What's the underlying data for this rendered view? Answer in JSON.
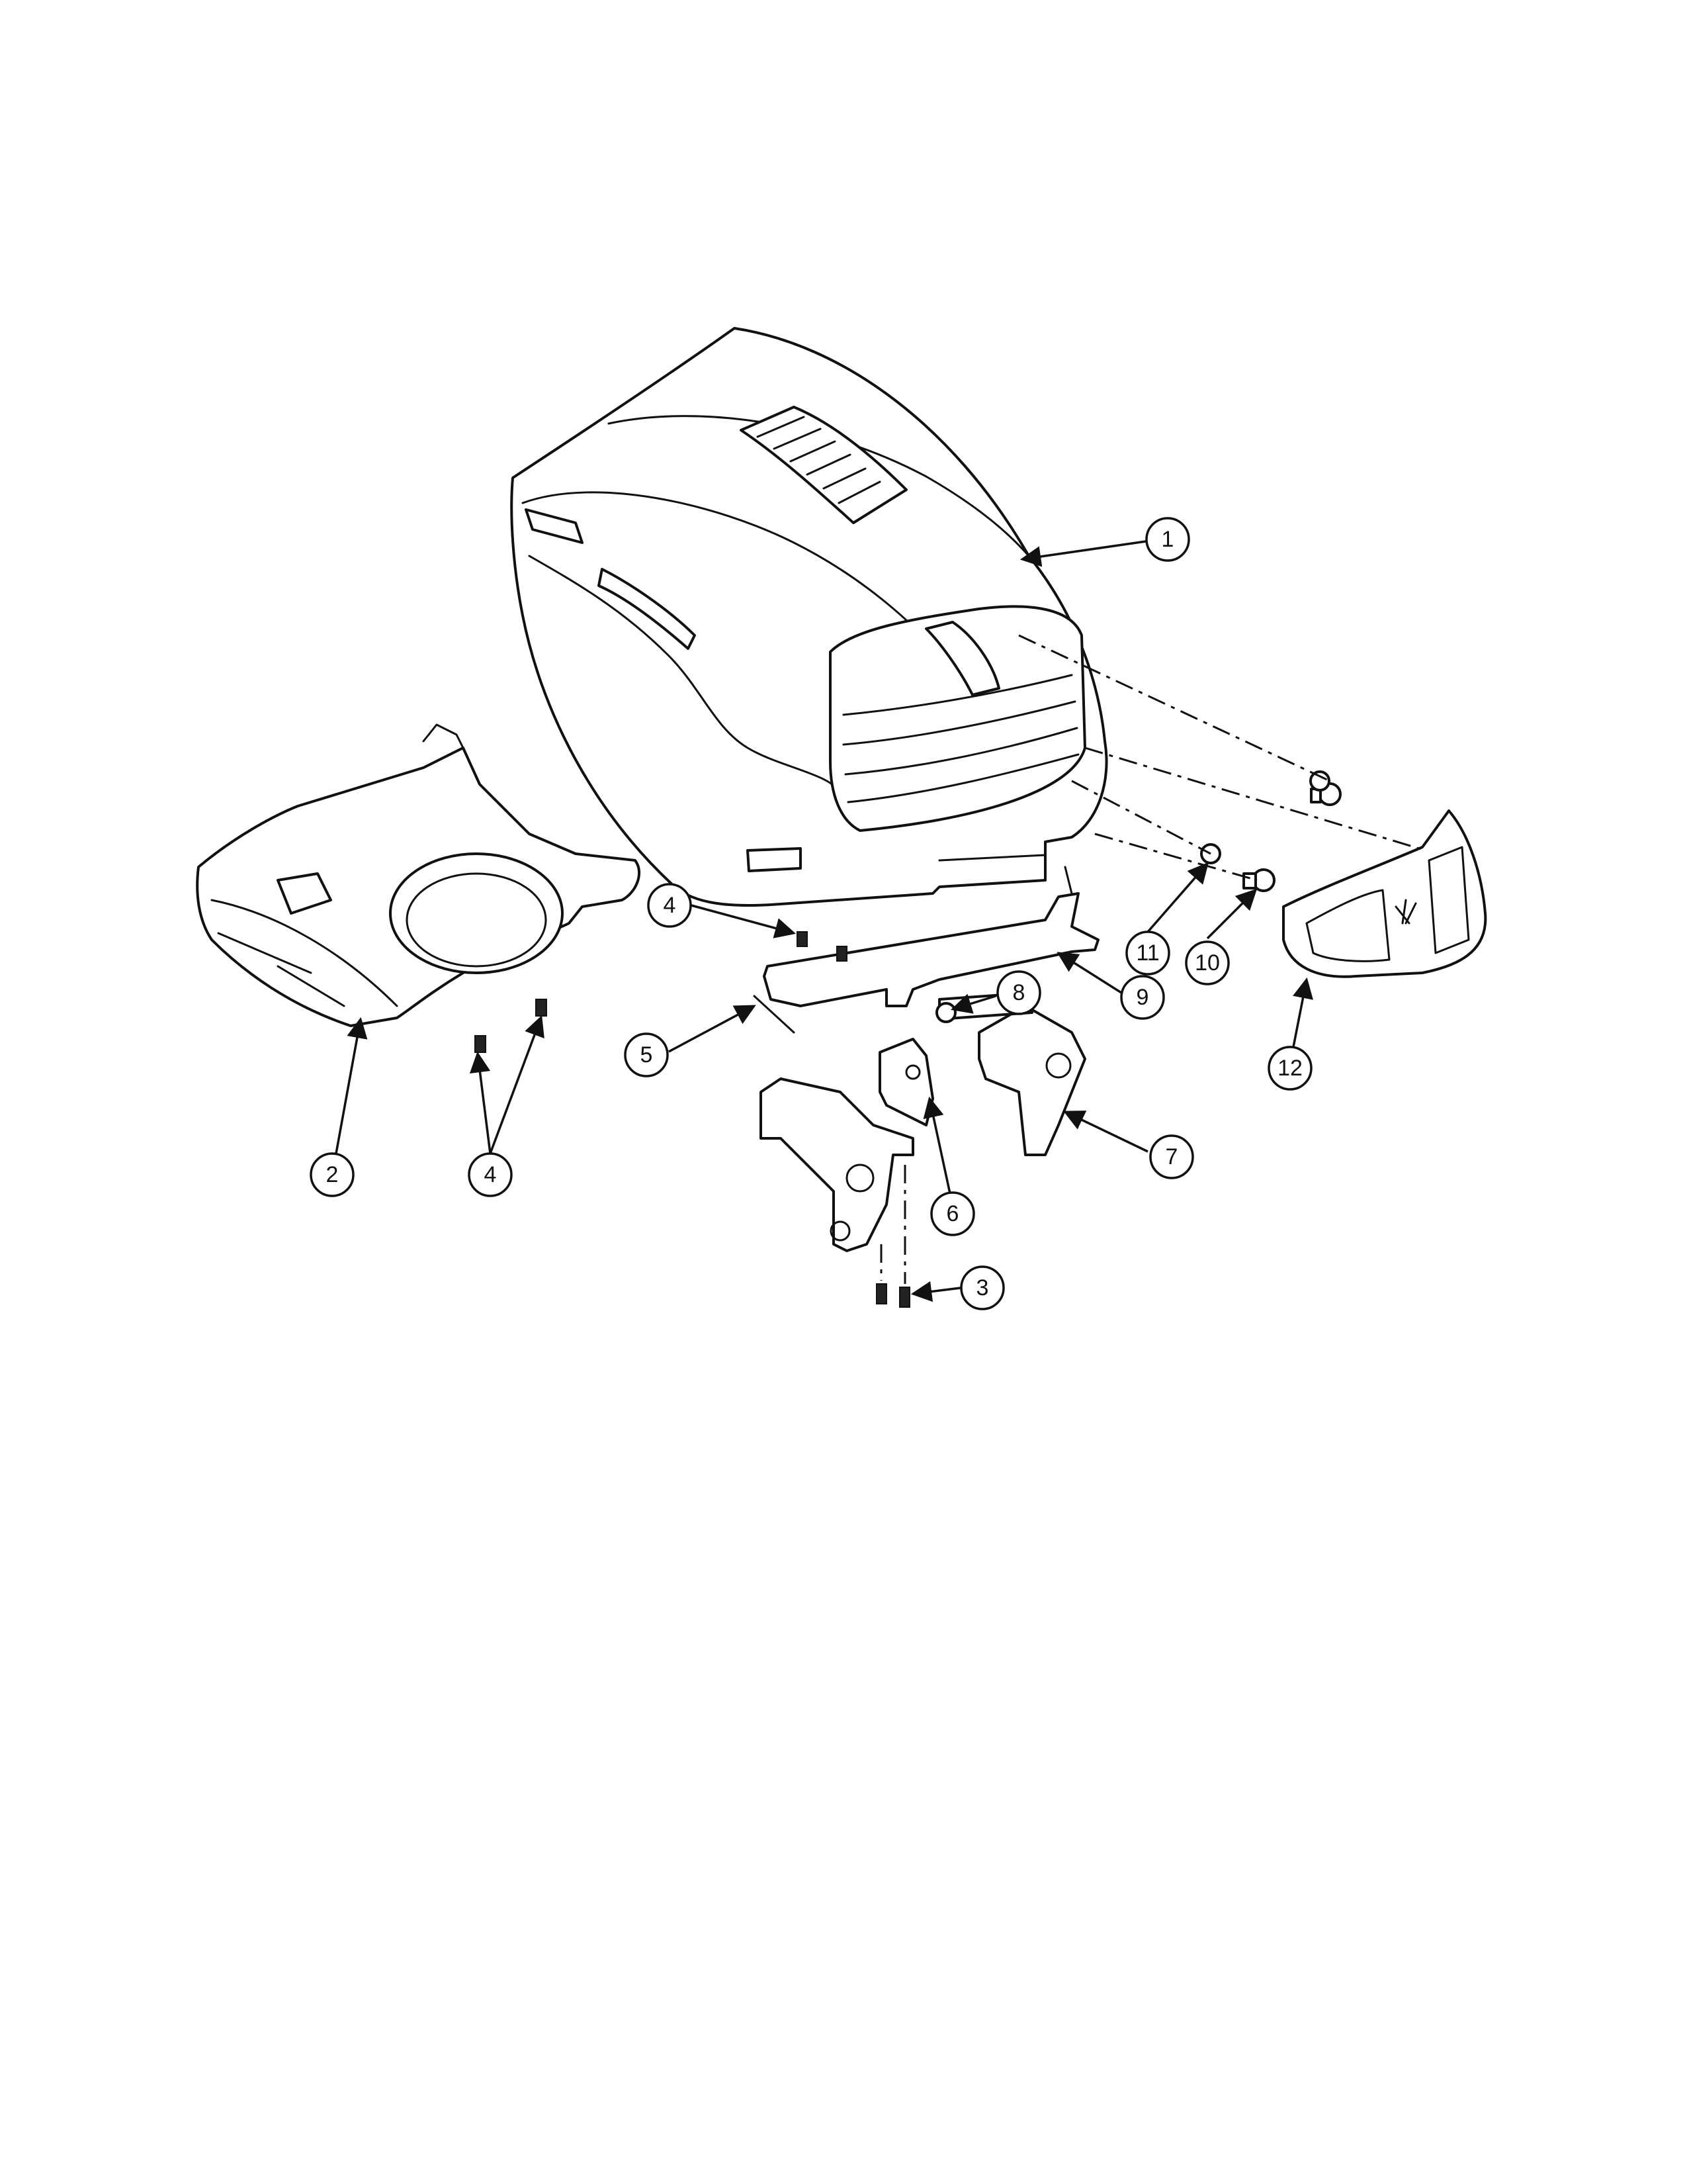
{
  "callouts": [
    {
      "id": "1"
    },
    {
      "id": "2"
    },
    {
      "id": "3"
    },
    {
      "id": "4"
    },
    {
      "id": "4"
    },
    {
      "id": "5"
    },
    {
      "id": "6"
    },
    {
      "id": "7"
    },
    {
      "id": "8"
    },
    {
      "id": "9"
    },
    {
      "id": "10"
    },
    {
      "id": "11"
    },
    {
      "id": "12"
    }
  ],
  "colors": {
    "line": "#111111",
    "paper": "#ffffff"
  }
}
